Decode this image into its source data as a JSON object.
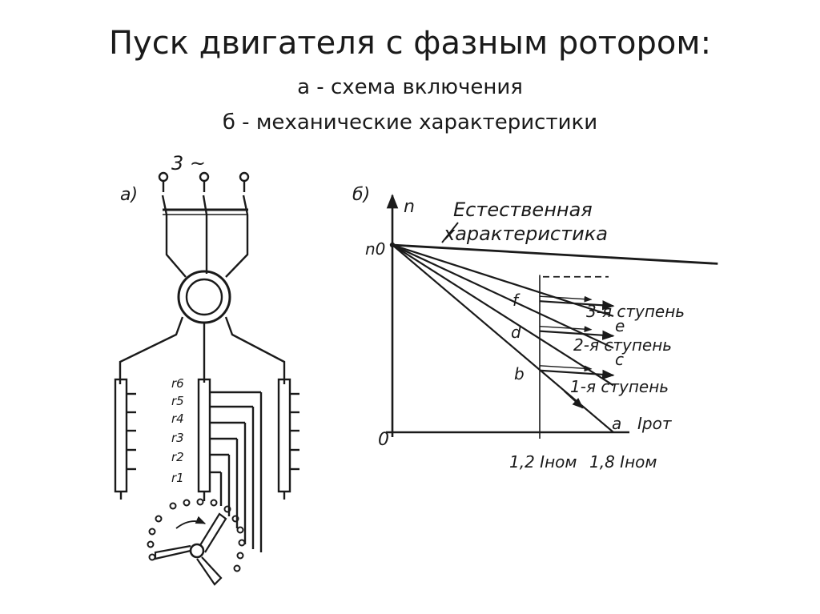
{
  "title": {
    "main": "Пуск двигателя с фазным ротором:",
    "sub_a": "а - схема включения",
    "sub_b": "б - механические характеристики"
  },
  "scheme": {
    "panel_label": "а)",
    "supply_label": "3 ~",
    "resistor_taps": [
      "r6",
      "r5",
      "r4",
      "r3",
      "r2",
      "r1"
    ]
  },
  "chart_data": {
    "type": "line",
    "panel_label": "б)",
    "ylabel": "n",
    "xlabel": "Iрот",
    "origin_label": "0",
    "n0_label": "n0",
    "natural_label_line1": "Естественная",
    "natural_label_line2": "характеристика",
    "x_ticks": [
      "1,2 Iном",
      "1,8 Iном"
    ],
    "points": [
      "a",
      "b",
      "c",
      "d",
      "e",
      "f"
    ],
    "steps": [
      "1-я ступень",
      "2-я ступень",
      "3-я ступень"
    ],
    "series": [
      {
        "values": [
          [
            0,
            1.0
          ],
          [
            1.8,
            0.0
          ]
        ]
      },
      {
        "values": [
          [
            0,
            1.0
          ],
          [
            1.8,
            0.25
          ]
        ]
      },
      {
        "values": [
          [
            0,
            1.0
          ],
          [
            1.8,
            0.45
          ]
        ]
      },
      {
        "values": [
          [
            0,
            1.0
          ],
          [
            1.8,
            0.62
          ]
        ]
      },
      {
        "values": [
          [
            0,
            1.0
          ],
          [
            2.65,
            0.9
          ]
        ]
      }
    ]
  }
}
